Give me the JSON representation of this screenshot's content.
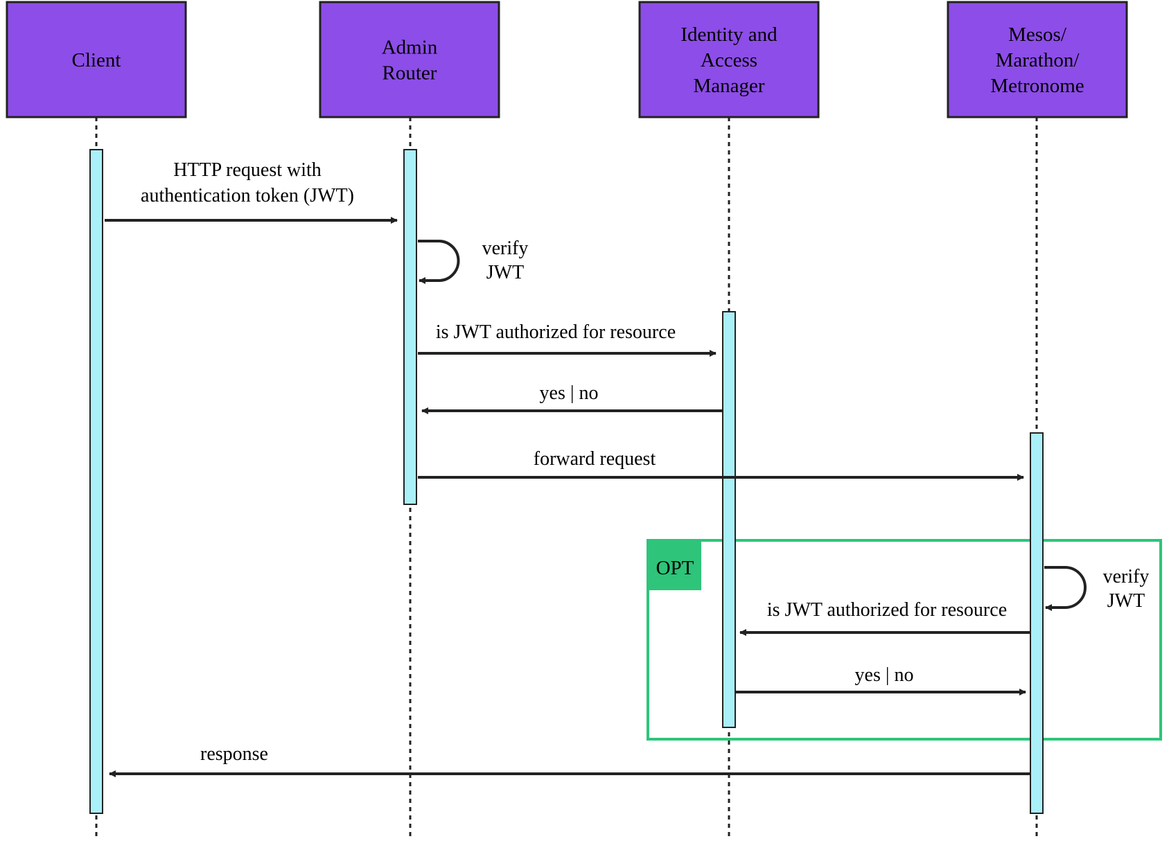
{
  "colors": {
    "actor_fill": "#8d4de8",
    "activation_fill": "#aaf0f8",
    "opt_border": "#2ec47a",
    "opt_tag_fill": "#2ec47a",
    "line": "#222222"
  },
  "actors": [
    {
      "id": "client",
      "lines": [
        "Client"
      ]
    },
    {
      "id": "admin-router",
      "lines": [
        "Admin",
        "Router"
      ]
    },
    {
      "id": "iam",
      "lines": [
        "Identity and",
        "Access",
        "Manager"
      ]
    },
    {
      "id": "mesos",
      "lines": [
        "Mesos/",
        "Marathon/",
        "Metronome"
      ]
    }
  ],
  "messages": [
    {
      "id": "http-request",
      "from": "client",
      "to": "admin-router",
      "kind": "sync",
      "lines": [
        "HTTP request with",
        "authentication token (JWT)"
      ]
    },
    {
      "id": "verify-jwt-router",
      "from": "admin-router",
      "to": "admin-router",
      "kind": "self",
      "lines": [
        "verify",
        "JWT"
      ]
    },
    {
      "id": "authz-query-router",
      "from": "admin-router",
      "to": "iam",
      "kind": "sync",
      "lines": [
        "is JWT authorized for resource"
      ]
    },
    {
      "id": "authz-reply-router",
      "from": "iam",
      "to": "admin-router",
      "kind": "reply",
      "lines": [
        "yes | no"
      ]
    },
    {
      "id": "forward-request",
      "from": "admin-router",
      "to": "mesos",
      "kind": "sync",
      "lines": [
        "forward request"
      ]
    },
    {
      "id": "verify-jwt-mesos",
      "from": "mesos",
      "to": "mesos",
      "kind": "self",
      "lines": [
        "verify",
        "JWT"
      ]
    },
    {
      "id": "authz-query-mesos",
      "from": "mesos",
      "to": "iam",
      "kind": "sync",
      "lines": [
        "is JWT authorized for resource"
      ]
    },
    {
      "id": "authz-reply-mesos",
      "from": "iam",
      "to": "mesos",
      "kind": "reply",
      "lines": [
        "yes | no"
      ]
    },
    {
      "id": "response",
      "from": "mesos",
      "to": "client",
      "kind": "reply",
      "lines": [
        "response"
      ]
    }
  ],
  "fragment": {
    "label": "OPT"
  }
}
